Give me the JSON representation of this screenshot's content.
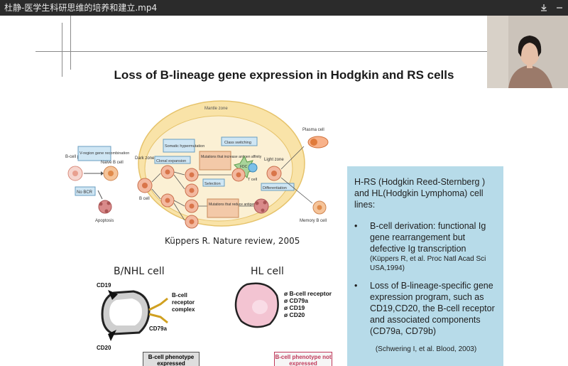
{
  "window": {
    "title": "杜静-医学生科研思维的培养和建立.mp4"
  },
  "slide": {
    "title": "Loss of B-lineage gene expression in Hodgkin and RS cells",
    "diagram": {
      "mantle_zone": "Mantle zone",
      "v_region": "V-region gene recombination",
      "b_cell_precursor": "B-cell precursor",
      "naive_b": "Naive B cell",
      "no_bcr": "No BCR",
      "apoptosis": "Apoptosis",
      "dark_zone": "Dark zone",
      "b_cell": "B cell",
      "somatic": "Somatic hypermutation",
      "clonal": "Clonal expansion",
      "class_switch": "Class switching",
      "mut_increase": "Mutations that increase antigen affinity",
      "fdc": "FDC",
      "t_cell": "T cell",
      "selection": "Selection",
      "light_zone": "Light zone",
      "differentiation": "Differentiation",
      "mut_reduce": "Mutations that reduce antigen affinity",
      "plasma": "Plasma cell",
      "memory": "Memory B cell"
    },
    "citation": "Küppers R. Nature review, 2005",
    "bnhl": {
      "title": "B/NHL cell",
      "cd19": "CD19",
      "cd20": "CD20",
      "cd79a": "CD79a",
      "receptor": "B-cell receptor complex",
      "phenotype": "B-cell phenotype expressed"
    },
    "hl": {
      "title": "HL cell",
      "markers": [
        "ø B-cell receptor",
        "ø CD79a",
        "ø CD19",
        "ø CD20"
      ],
      "phenotype": "B-cell phenotype not expressed"
    },
    "info_box": {
      "heading": "H-RS (Hodgkin Reed-Sternberg ) and HL(Hodgkin Lymphoma) cell lines:",
      "bullet1": "B-cell derivation: functional Ig gene rearrangement but defective Ig transcription",
      "bullet1_ref": "(Küppers R, et al. Proc Natl Acad Sci USA,1994)",
      "bullet2": "Loss of B-lineage-specific gene expression program, such as CD19,CD20, the B-cell receptor and associated components (CD79a, CD79b)",
      "bullet2_ref": "(Schwering I, et al. Blood, 2003)",
      "bullet_symbol": "•"
    }
  },
  "colors": {
    "titlebar_bg": "#2b2b2b",
    "follicle": "#f9e3a8",
    "info_box_bg": "#b7dbe9",
    "label_box": "#cfe6f4"
  }
}
